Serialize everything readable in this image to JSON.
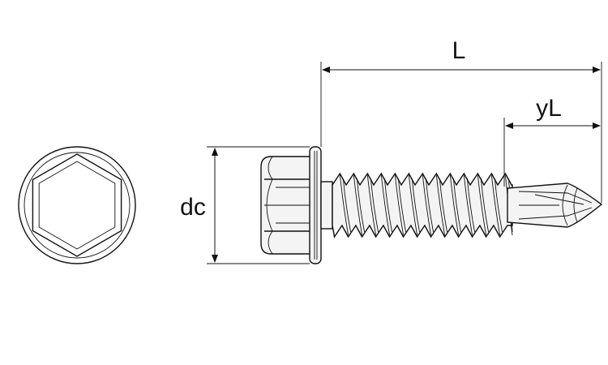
{
  "labels": {
    "length": "L",
    "drill_point_length": "yL",
    "washer_diameter": "dc"
  }
}
